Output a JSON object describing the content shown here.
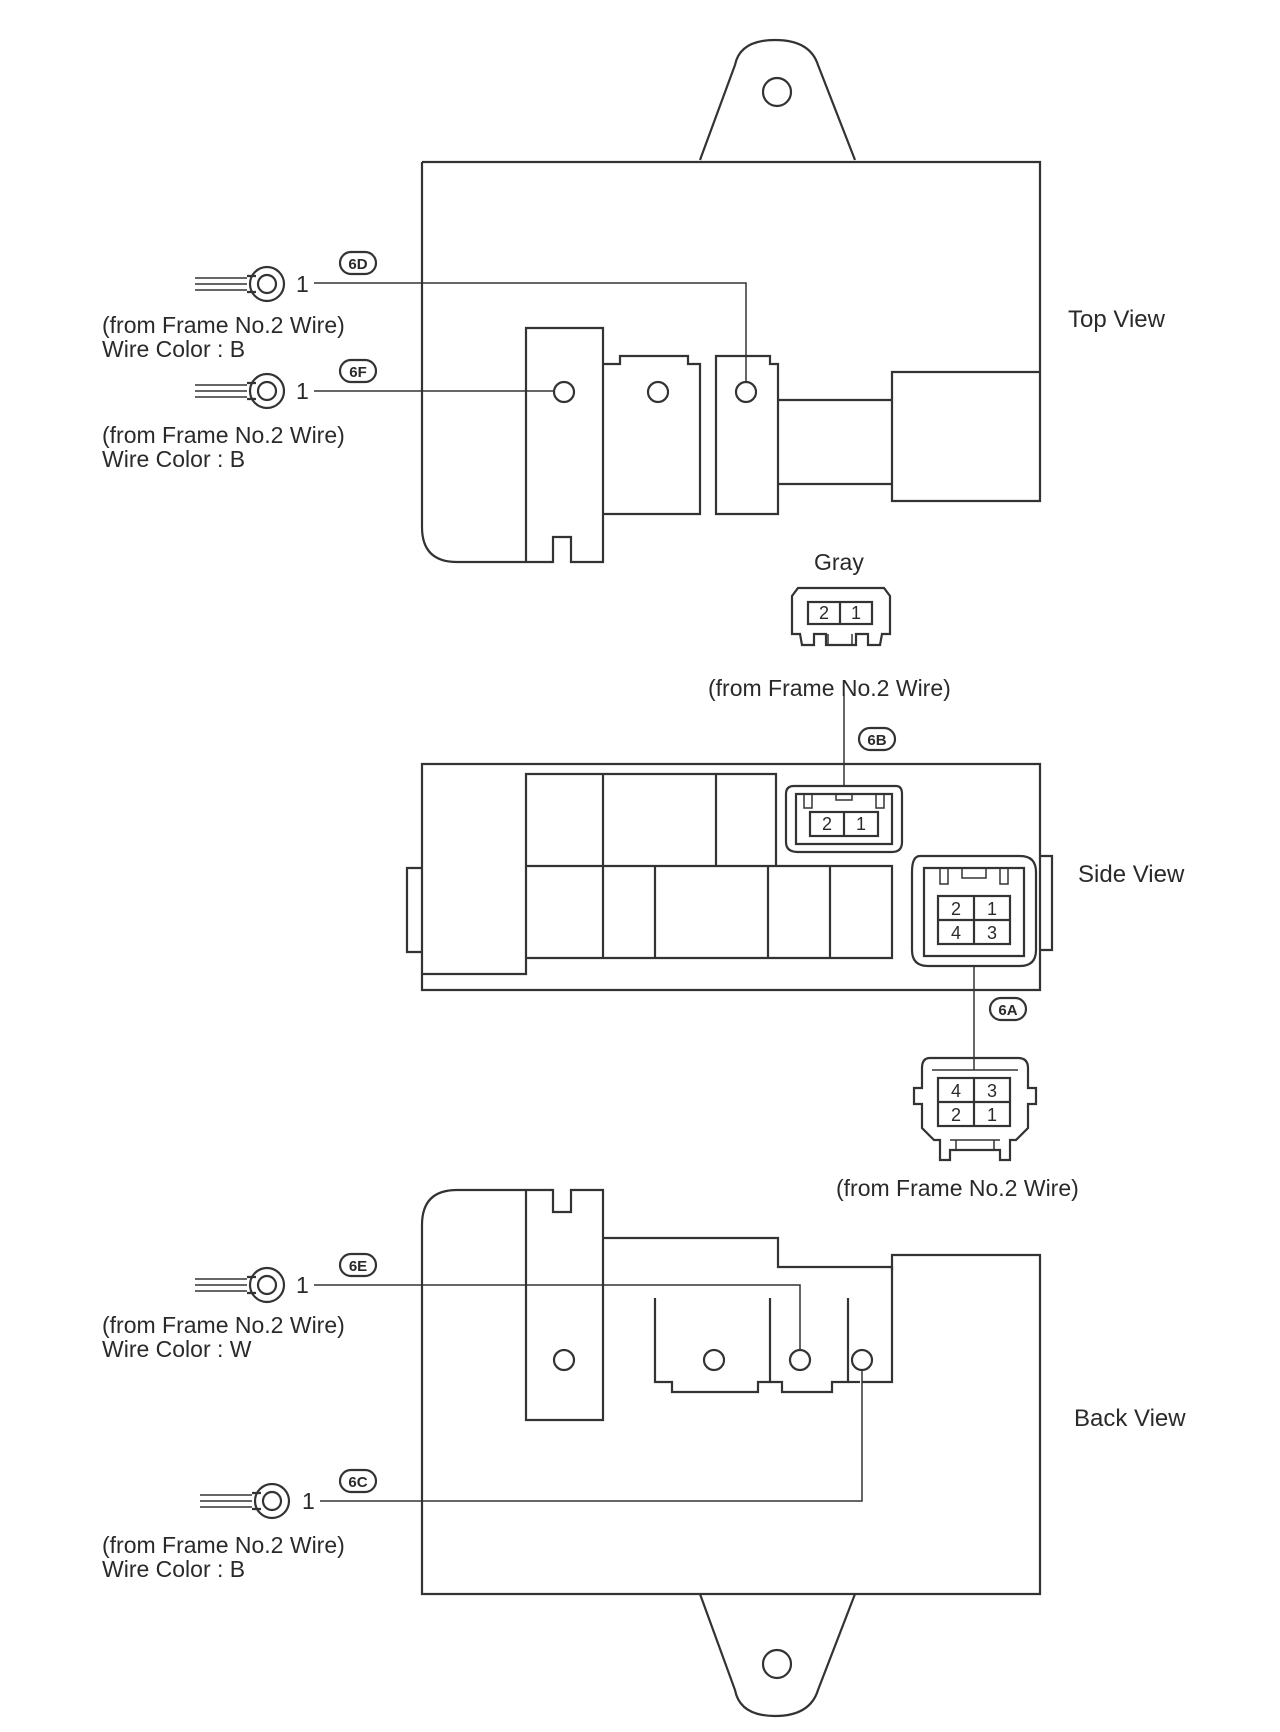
{
  "views": {
    "top": "Top View",
    "side": "Side View",
    "back": "Back View"
  },
  "connectors": {
    "c6D": {
      "id": "6D",
      "pin": "1",
      "from": "(from Frame No.2 Wire)",
      "color": "Wire Color : B"
    },
    "c6F": {
      "id": "6F",
      "pin": "1",
      "from": "(from Frame No.2 Wire)",
      "color": "Wire Color : B"
    },
    "c6B": {
      "id": "6B",
      "name": "Gray",
      "from": "(from Frame No.2 Wire)",
      "pins": [
        "2",
        "1"
      ]
    },
    "c6A": {
      "id": "6A",
      "from": "(from Frame No.2 Wire)",
      "pins_block": [
        "2",
        "1",
        "4",
        "3"
      ],
      "pins_plug": [
        "4",
        "3",
        "2",
        "1"
      ]
    },
    "c6E": {
      "id": "6E",
      "pin": "1",
      "from": "(from Frame No.2 Wire)",
      "color": "Wire Color : W"
    },
    "c6C": {
      "id": "6C",
      "pin": "1",
      "from": "(from Frame No.2 Wire)",
      "color": "Wire Color : B"
    }
  }
}
